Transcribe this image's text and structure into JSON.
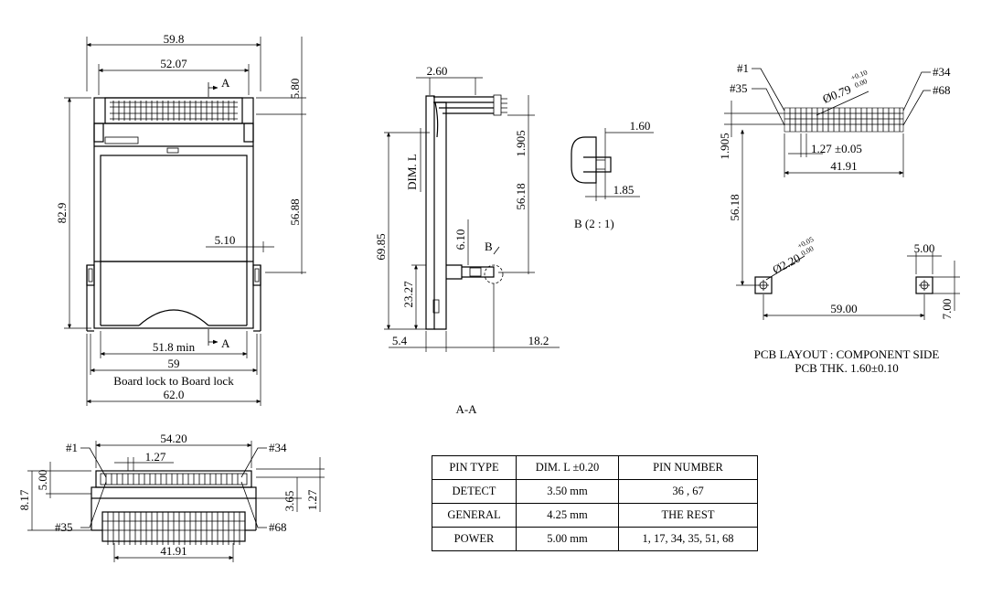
{
  "front_view": {
    "dims": {
      "width_outer": "59.8",
      "width_inner": "52.07",
      "top_offset": "5.80",
      "height": "82.9",
      "lock_height": "56.88",
      "side_offset": "5.10",
      "slot_width": "51.8 min",
      "board_lock": "59",
      "board_lock_note": "Board lock to Board lock",
      "total_width": "62.0"
    },
    "section_mark": "A"
  },
  "side_view": {
    "dims": {
      "top_step": "2.60",
      "dim_l": "DIM. L",
      "lead": "1.905",
      "height_total": "69.85",
      "height_mid": "56.18",
      "step": "6.10",
      "height_low": "23.27",
      "left_offset": "5.4",
      "depth": "18.2"
    },
    "detail_mark": "B",
    "section_label": "A-A"
  },
  "detail_b": {
    "dims": {
      "top": "1.60",
      "bottom": "1.85"
    },
    "label": "B  (2 : 1)"
  },
  "pcb_layout": {
    "pins": {
      "p1": "#1",
      "p34": "#34",
      "p35": "#35",
      "p68": "#68"
    },
    "dims": {
      "hole_dia": "Ø0.79",
      "hole_tol_plus": "+0.10",
      "hole_tol_minus": "0.00",
      "row_pitch": "1.905",
      "pin_pitch": "1.27 ±0.05",
      "row_width": "41.91",
      "vertical": "56.18",
      "lock_dia": "Ø2.20",
      "lock_tol_plus": "+0.05",
      "lock_tol_minus": "0.00",
      "lock_size": "5.00",
      "lock_spacing": "59.00",
      "lock_height": "7.00"
    },
    "caption_1": "PCB  LAYOUT : COMPONENT  SIDE",
    "caption_2": "PCB THK. 1.60±0.10"
  },
  "bottom_view": {
    "pins": {
      "p1": "#1",
      "p34": "#34",
      "p35": "#35",
      "p68": "#68"
    },
    "dims": {
      "width": "54.20",
      "pitch": "1.27",
      "height_total": "8.17",
      "height_mid": "5.00",
      "step": "3.65",
      "lead": "1.27",
      "row_width": "41.91"
    }
  },
  "pin_table": {
    "headers": [
      "PIN TYPE",
      "DIM. L ±0.20",
      "PIN NUMBER"
    ],
    "rows": [
      [
        "DETECT",
        "3.50 mm",
        "36 , 67"
      ],
      [
        "GENERAL",
        "4.25 mm",
        "THE REST"
      ],
      [
        "POWER",
        "5.00 mm",
        "1, 17, 34, 35, 51, 68"
      ]
    ]
  }
}
